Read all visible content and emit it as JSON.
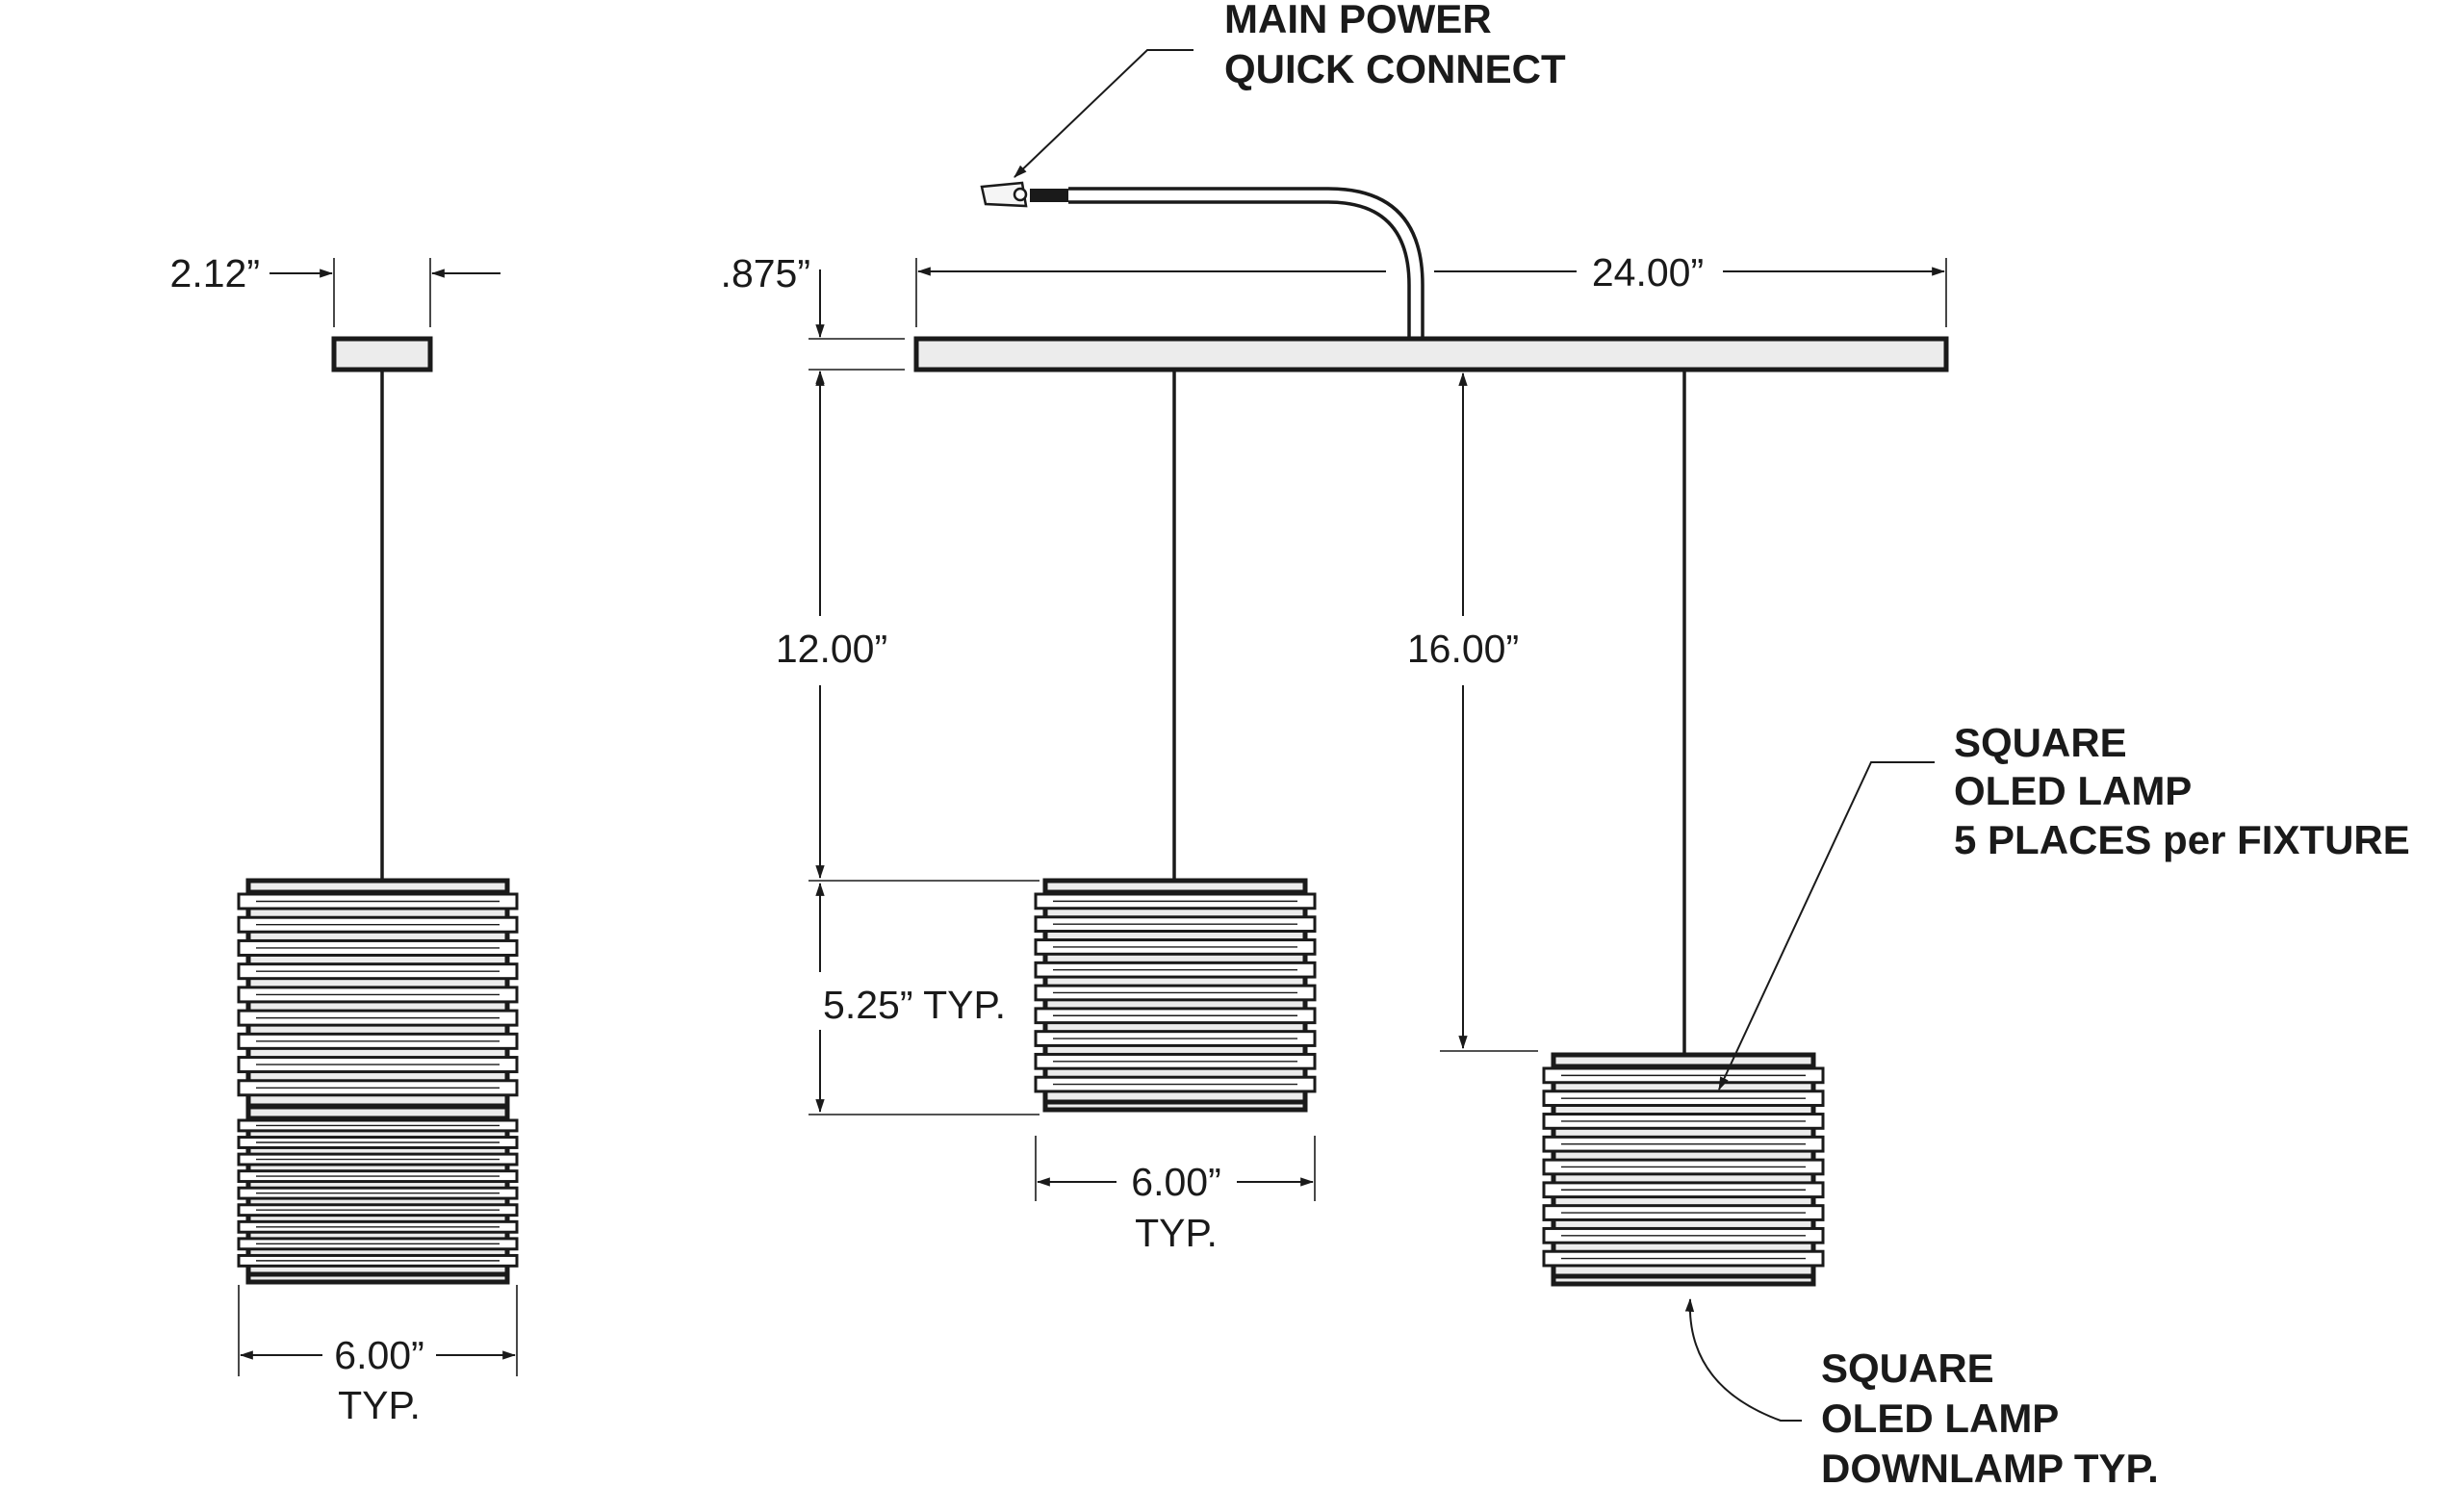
{
  "dimensions": {
    "canopy_width": "2.12”",
    "bar_thickness": ".875”",
    "bar_length": "24.00”",
    "drop_short": "12.00”",
    "drop_long": "16.00”",
    "lamp_height": "5.25” TYP.",
    "lamp_width_value": "6.00”",
    "lamp_width_suffix": "TYP."
  },
  "callouts": {
    "power": [
      "MAIN POWER",
      "QUICK CONNECT"
    ],
    "oled_lamp": [
      "SQUARE",
      "OLED LAMP",
      "5 PLACES per FIXTURE"
    ],
    "downlamp": [
      "SQUARE",
      "OLED LAMP",
      "DOWNLAMP TYP."
    ]
  },
  "colors": {
    "line": "#1a1a1a",
    "fill": "#ececec",
    "background": "#ffffff"
  }
}
